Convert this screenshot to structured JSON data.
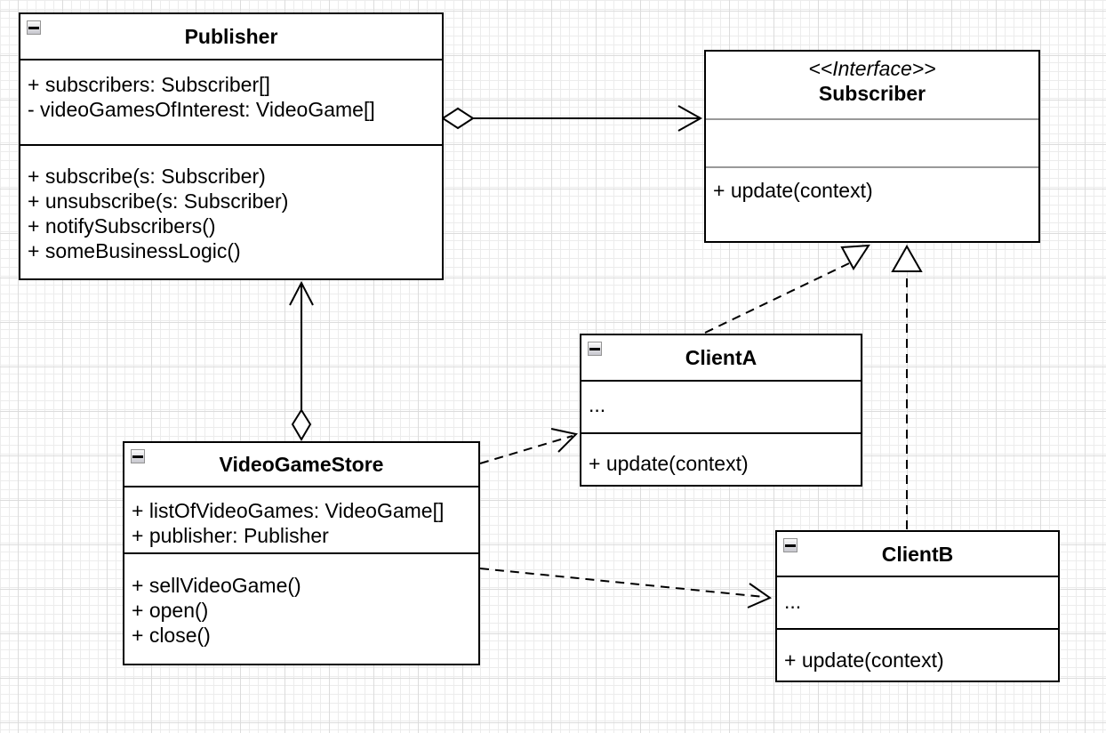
{
  "diagram": {
    "classes": [
      {
        "name": "Publisher",
        "stereotype": "",
        "attributes": [
          "+ subscribers: Subscriber[]",
          "- videoGamesOfInterest: VideoGame[]"
        ],
        "methods": [
          "+ subscribe(s: Subscriber)",
          "+ unsubscribe(s: Subscriber)",
          "+ notifySubscribers()",
          "+ someBusinessLogic()"
        ],
        "has_collapse_icon": true
      },
      {
        "name": "Subscriber",
        "stereotype": "<<Interface>>",
        "attributes": [],
        "methods": [
          "+ update(context)"
        ],
        "has_collapse_icon": false
      },
      {
        "name": "ClientA",
        "stereotype": "",
        "attributes": [
          "..."
        ],
        "methods": [
          "+ update(context)"
        ],
        "has_collapse_icon": true
      },
      {
        "name": "VideoGameStore",
        "stereotype": "",
        "attributes": [
          "+ listOfVideoGames: VideoGame[]",
          "+ publisher: Publisher"
        ],
        "methods": [
          "+ sellVideoGame()",
          "+ open()",
          "+ close()"
        ],
        "has_collapse_icon": true
      },
      {
        "name": "ClientB",
        "stereotype": "",
        "attributes": [
          "..."
        ],
        "methods": [
          "+ update(context)"
        ],
        "has_collapse_icon": true
      }
    ],
    "relationships": [
      {
        "from": "Publisher",
        "to": "Subscriber",
        "type": "aggregation",
        "line_style": "solid",
        "source_marker": "hollow-diamond",
        "target_marker": "open-arrow"
      },
      {
        "from": "VideoGameStore",
        "to": "Publisher",
        "type": "aggregation",
        "line_style": "solid",
        "source_marker": "hollow-diamond",
        "target_marker": "open-arrow"
      },
      {
        "from": "ClientA",
        "to": "Subscriber",
        "type": "realization",
        "line_style": "dashed",
        "source_marker": "none",
        "target_marker": "hollow-triangle"
      },
      {
        "from": "ClientB",
        "to": "Subscriber",
        "type": "realization",
        "line_style": "dashed",
        "source_marker": "none",
        "target_marker": "hollow-triangle"
      },
      {
        "from": "VideoGameStore",
        "to": "ClientA",
        "type": "dependency",
        "line_style": "dashed",
        "source_marker": "none",
        "target_marker": "open-arrow"
      },
      {
        "from": "VideoGameStore",
        "to": "ClientB",
        "type": "dependency",
        "line_style": "dashed",
        "source_marker": "none",
        "target_marker": "open-arrow"
      }
    ],
    "icons": {
      "collapse_icon": "minus-square"
    },
    "colors": {
      "box_border": "#000000",
      "box_fill": "#ffffff",
      "interface_divider": "#999999",
      "grid_minor": "#ececec",
      "grid_major": "#dcdcdc",
      "canvas_bg": "#ffffff"
    }
  }
}
